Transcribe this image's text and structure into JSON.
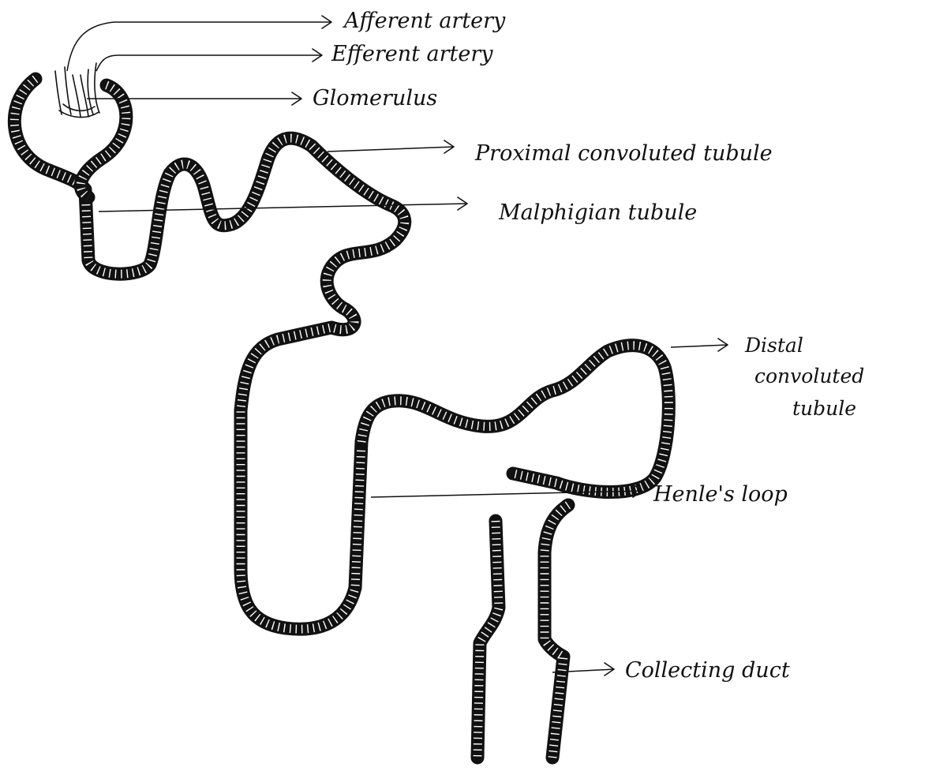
{
  "diagram": {
    "labels": {
      "afferent": "Afferent artery",
      "efferent": "Efferent artery",
      "glomerulus": "Glomerulus",
      "pct": "Proximal convoluted tubule",
      "malpighian": "Malphigian tubule",
      "dct_line1": "Distal",
      "dct_line2": "convoluted",
      "dct_line3": "tubule",
      "henle": "Henle's loop",
      "collecting": "Collecting duct"
    }
  }
}
